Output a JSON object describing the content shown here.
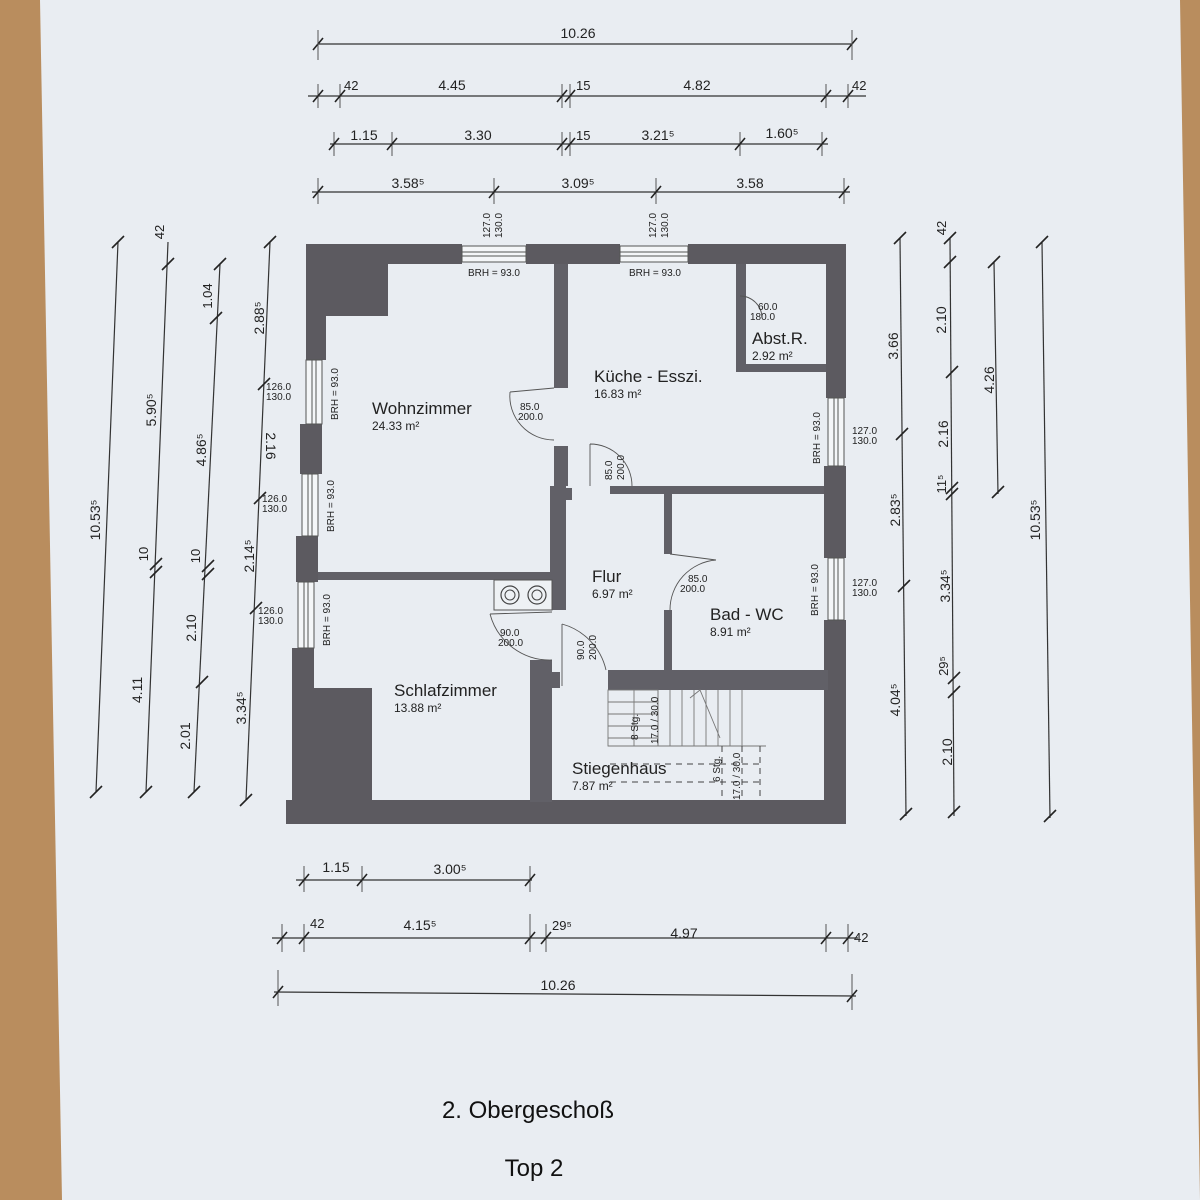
{
  "title": {
    "floor": "2. Obergeschoß",
    "unit": "Top 2"
  },
  "rooms": [
    {
      "name": "Wohnzimmer",
      "area": "24.33 m²"
    },
    {
      "name": "Küche - Esszi.",
      "area": "16.83 m²"
    },
    {
      "name": "Abst.R.",
      "area": "2.92 m²"
    },
    {
      "name": "Flur",
      "area": "6.97 m²"
    },
    {
      "name": "Bad - WC",
      "area": "8.91 m²"
    },
    {
      "name": "Schlafzimmer",
      "area": "13.88 m²"
    },
    {
      "name": "Stiegenhaus",
      "area": "7.87 m²"
    }
  ],
  "top_dimensions": {
    "overall": "10.26",
    "row2": [
      "42",
      "4.45",
      "15",
      "4.82",
      "42"
    ],
    "row3": [
      "1.15",
      "3.30",
      "15",
      "3.21⁵",
      "1.60⁵"
    ],
    "row4": [
      "3.58⁵",
      "3.09⁵",
      "3.58"
    ]
  },
  "bottom_dimensions": {
    "row1": [
      "1.15",
      "3.00⁵"
    ],
    "row2": [
      "42",
      "4.15⁵",
      "29⁵",
      "4.97",
      "42"
    ],
    "overall": "10.26"
  },
  "left_dimensions": {
    "overall": "10.53⁵",
    "col2": [
      "42",
      "5.90⁵",
      "10",
      "4.11"
    ],
    "col3": [
      "1.04",
      "4.86⁵",
      "10",
      "2.10",
      "2.01"
    ],
    "col4": [
      "2.88⁵",
      "2.16",
      "2.14⁵",
      "3.34⁵"
    ]
  },
  "right_dimensions": {
    "col1": [
      "3.66",
      "2.83⁵",
      "4.04⁵"
    ],
    "col2": [
      "42",
      "2.10",
      "2.16",
      "11⁵",
      "3.34⁵",
      "29⁵",
      "2.10"
    ],
    "col3": [
      "4.26"
    ],
    "overall": "10.53⁵"
  },
  "window_labels": {
    "top_w1": "127.0",
    "top_w1b": "130.0",
    "top_w2": "127.0",
    "top_w2b": "130.0",
    "left_w1": "126.0",
    "left_w1b": "130.0",
    "left_w2": "126.0",
    "left_w2b": "130.0",
    "left_w3": "126.0",
    "left_w3b": "130.0",
    "right_w1": "127.0",
    "right_w1b": "130.0",
    "right_w2": "127.0",
    "right_w2b": "130.0",
    "brh": "BRH = 93.0"
  },
  "door_labels": {
    "d_wohn": "85.0",
    "d_wohn_b": "200.0",
    "d_abst": "60.0",
    "d_abst_b": "180.0",
    "d_kueche": "85.0",
    "d_kueche_b": "200.0",
    "d_bad": "85.0",
    "d_bad_b": "200.0",
    "d_schlaf": "90.0",
    "d_schlaf_b": "200.0",
    "d_stieg": "90.0",
    "d_stieg_b": "200.0"
  },
  "stair_labels": {
    "flight1": "8 Stg.",
    "flight1b": "17.0 / 30.0",
    "flight2": "6 Stg.",
    "flight2b": "17.0 / 30.0"
  },
  "colors": {
    "paper": "#e9edf2",
    "wall": "#5c5a60",
    "table": "#b98d5e"
  }
}
